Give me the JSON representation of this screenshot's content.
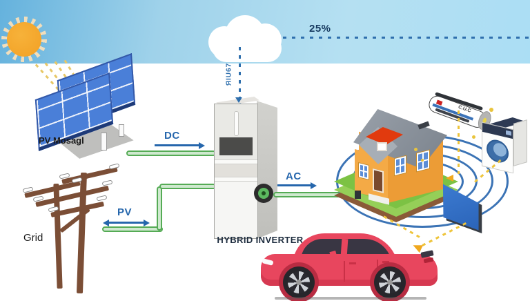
{
  "diagram": {
    "sun_percent": "25%",
    "cloud_tag": "ЯIU67",
    "pv_array_label": "PV Mosagl",
    "grid_label": "Grid",
    "dc_label": "DC",
    "ac_label": "AC",
    "pv_flow_label": "PV",
    "inverter_label": "HYBRID INVERTER",
    "ac_unit_brand": "C.U.C",
    "colors": {
      "sky_blue": "#a9d8ef",
      "accent_blue": "#2566ac",
      "wire_green": "#55ab55",
      "house_orange": "#f0a03c",
      "grass_green": "#7cc244",
      "roof_grey": "#8a919b",
      "car_red": "#e8465e",
      "arrow_yellow": "#eec43a",
      "sun_orange": "#f2a024"
    }
  }
}
